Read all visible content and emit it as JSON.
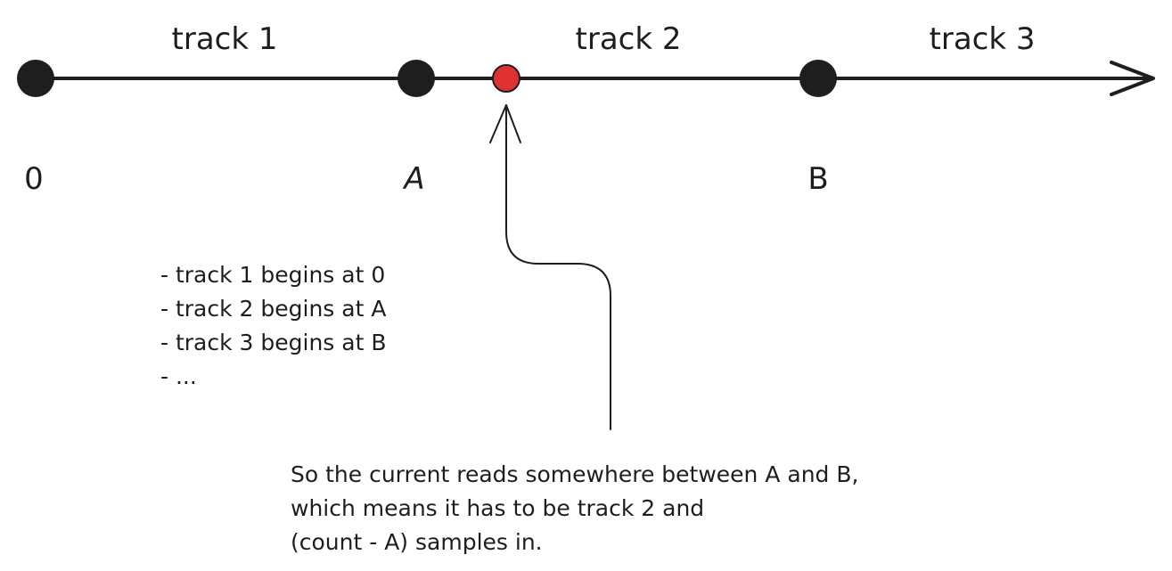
{
  "timeline": {
    "track_labels": [
      "track 1",
      "track 2",
      "track 3"
    ],
    "point_labels": [
      "0",
      "A",
      "B"
    ],
    "colors": {
      "line": "#1e1e1e",
      "point": "#1e1e1e",
      "current_marker": "#e03131"
    }
  },
  "notes": {
    "items": [
      "- track 1 begins at 0",
      "- track 2 begins at A",
      "- track 3 begins at B",
      "- ..."
    ]
  },
  "caption": {
    "lines": [
      "So the current reads somewhere between A and B,",
      "which means it has to be track 2 and",
      "(count - A) samples in."
    ]
  }
}
